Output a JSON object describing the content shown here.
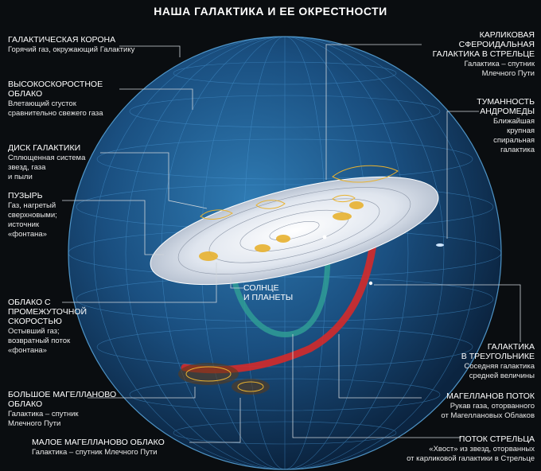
{
  "title": "НАША ГАЛАКТИКА И ЕЕ ОКРЕСТНОСТИ",
  "labels": {
    "corona": {
      "heading": "ГАЛАКТИЧЕСКАЯ КОРОНА",
      "desc": "Горячий газ, окружающий Галактику"
    },
    "hv_cloud": {
      "heading": "ВЫСОКОСКОРОСТНОЕ\nОБЛАКО",
      "desc": "Влетающий сгусток\nсравнительно свежего газа"
    },
    "disk": {
      "heading": "ДИСК ГАЛАКТИКИ",
      "desc": "Сплющенная система\nзвезд, газа\nи пыли"
    },
    "bubble": {
      "heading": "ПУЗЫРЬ",
      "desc": "Газ, нагретый\nсверхновыми;\nисточник\n«фонтана»"
    },
    "iv_cloud": {
      "heading": "ОБЛАКО С\nПРОМЕЖУТОЧНОЙ\nСКОРОСТЬЮ",
      "desc": "Остывший газ;\nвозвратный поток\n«фонтана»"
    },
    "lmc": {
      "heading": "БОЛЬШОЕ МАГЕЛЛАНОВО\nОБЛАКО",
      "desc": "Галактика – спутник\nМлечного Пути"
    },
    "smc": {
      "heading": "МАЛОЕ МАГЕЛЛАНОВО ОБЛАКО",
      "desc": "Галактика – спутник Млечного Пути"
    },
    "sgr_dwarf": {
      "heading": "КАРЛИКОВАЯ\nСФЕРОИДАЛЬНАЯ\nГАЛАКТИКА В СТРЕЛЬЦЕ",
      "desc": "Галактика – спутник\nМлечного Пути"
    },
    "andromeda": {
      "heading": "ТУМАННОСТЬ\nАНДРОМЕДЫ",
      "desc": "Ближайшая\nкрупная\nспиральная\nгалактика"
    },
    "triangulum": {
      "heading": "ГАЛАКТИКА\nВ ТРЕУГОЛЬНИКЕ",
      "desc": "Соседняя галактика\nсредней величины"
    },
    "mag_stream": {
      "heading": "МАГЕЛЛАНОВ ПОТОК",
      "desc": "Рукав газа, оторванного\nот Магеллановых Облаков"
    },
    "sgr_stream": {
      "heading": "ПОТОК СТРЕЛЬЦА",
      "desc": "«Хвост» из звезд, оторванных\nот карликовой галактики в Стрельце"
    },
    "sun": {
      "heading": "СОЛНЦЕ\nИ ПЛАНЕТЫ"
    }
  },
  "colors": {
    "background": "#0a0d10",
    "sphere": "#1f5a8a",
    "grid": "#3c8fd0",
    "disk": "#e6ebf2",
    "stream_red": "#d42a2a",
    "stream_teal": "#2f9c95",
    "clouds": "#e8b230",
    "leader": "#cfd5da"
  }
}
